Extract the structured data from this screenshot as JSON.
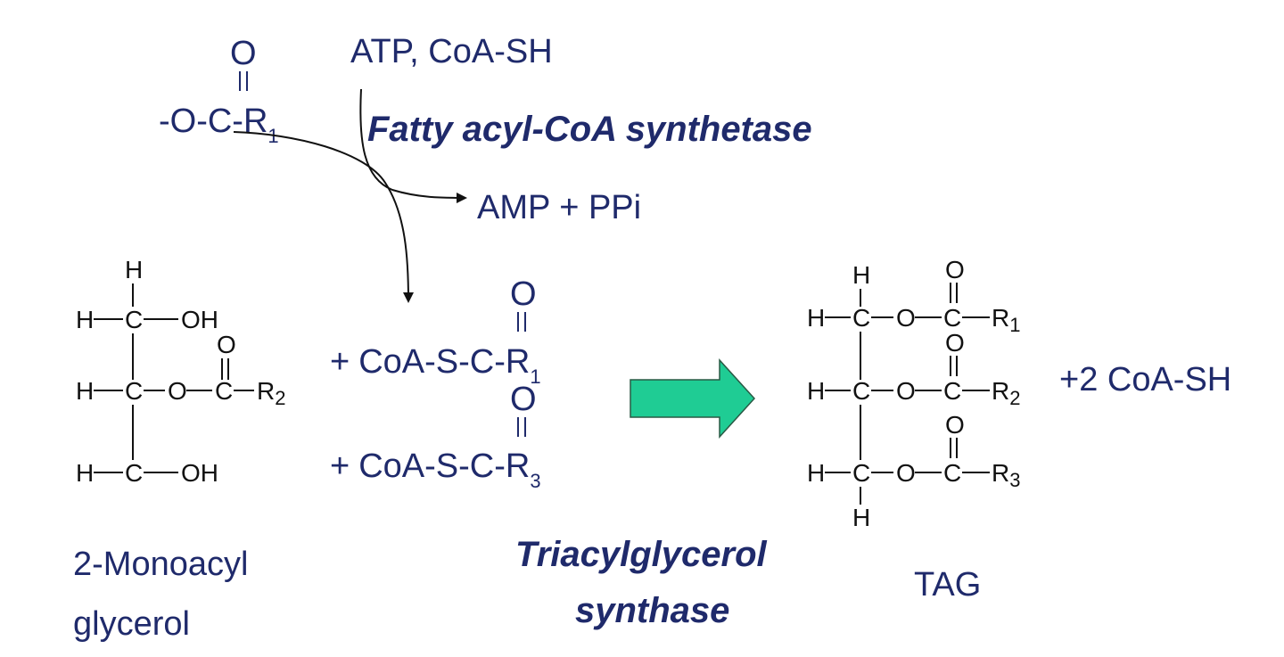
{
  "colors": {
    "text_blue": "#1f2a6b",
    "bonds": "#111111",
    "big_arrow": "#1fcc94",
    "big_arrow_stroke": "#2a5a45"
  },
  "fatty_acid": {
    "oxygen": "O",
    "chain_prefix": "-O-C-R",
    "subscript": "1"
  },
  "cofactors_in": "ATP, CoA-SH",
  "enzyme1": "Fatty acyl-CoA synthetase",
  "byproducts": "AMP + PPi",
  "monoacylglycerol": {
    "atoms": {
      "H": "H",
      "C": "C",
      "O": "O",
      "OH": "OH",
      "R2": "R",
      "R2_sub": "2"
    },
    "label_line1": "2-Monoacyl",
    "label_line2": "glycerol"
  },
  "acyl_coa": {
    "oxygen": "O",
    "plus": "+",
    "row1": "CoA-S-C-R",
    "row1_sub": "1",
    "row2": "CoA-S-C-R",
    "row2_sub": "3"
  },
  "enzyme2": {
    "line1": "Triacylglycerol",
    "line2": "synthase"
  },
  "tag": {
    "label": "TAG",
    "R1": "R",
    "R1_sub": "1",
    "R2": "R",
    "R2_sub": "2",
    "R3": "R",
    "R3_sub": "3"
  },
  "product_extra": "+2 CoA-SH"
}
